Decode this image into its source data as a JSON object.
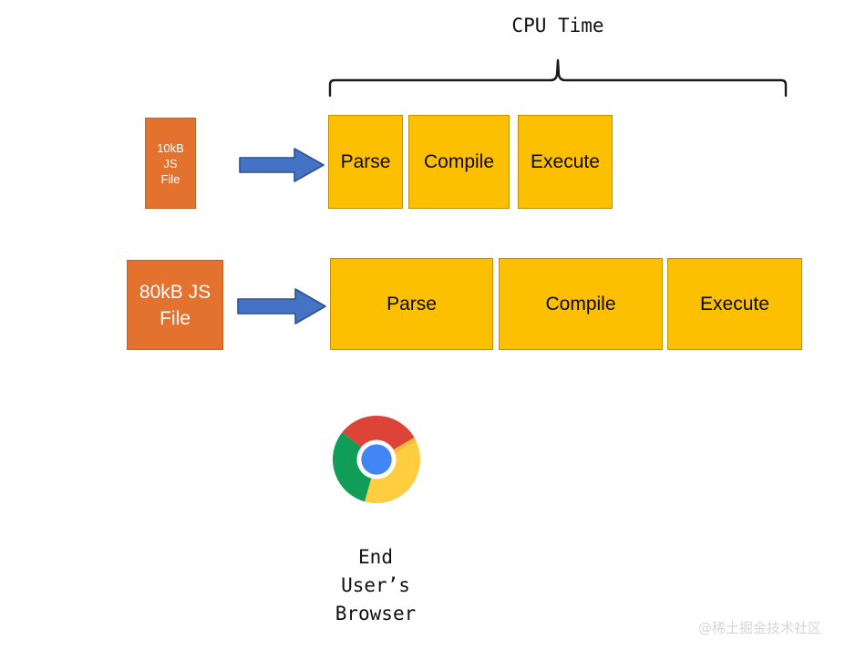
{
  "diagram": {
    "title": "CPU Time",
    "bracket": {
      "icon": "curly-brace-icon",
      "label": "CPU Time"
    },
    "rows": [
      {
        "id": "row-10kb",
        "file": {
          "lines": [
            "10kB",
            "JS",
            "File"
          ],
          "fill": "#E2722E",
          "border": "#C4611F",
          "text_color": "#FFFFFF"
        },
        "arrow": {
          "icon": "right-arrow-icon",
          "color": "#4472C4",
          "border": "#2F528F"
        },
        "stages": [
          {
            "label": "Parse",
            "fill": "#FCC000",
            "border": "#BF9000"
          },
          {
            "label": "Compile",
            "fill": "#FCC000",
            "border": "#BF9000"
          },
          {
            "label": "Execute",
            "fill": "#FCC000",
            "border": "#BF9000"
          }
        ]
      },
      {
        "id": "row-80kb",
        "file": {
          "lines": [
            "80kB JS",
            "File"
          ],
          "fill": "#E2722E",
          "border": "#C4611F",
          "text_color": "#FFFFFF"
        },
        "arrow": {
          "icon": "right-arrow-icon",
          "color": "#4472C4",
          "border": "#2F528F"
        },
        "stages": [
          {
            "label": "Parse",
            "fill": "#FCC000",
            "border": "#BF9000"
          },
          {
            "label": "Compile",
            "fill": "#FCC000",
            "border": "#BF9000"
          },
          {
            "label": "Execute",
            "fill": "#FCC000",
            "border": "#BF9000"
          }
        ]
      }
    ],
    "browser": {
      "icon": "chrome-logo-icon",
      "caption_lines": [
        "End",
        "User’s",
        "Browser"
      ],
      "colors": {
        "red": "#DB4437",
        "green": "#0F9D58",
        "yellow": "#FFCD40",
        "blue": "#4285F4",
        "ring": "#FFFFFF"
      }
    },
    "watermark": "@稀土掘金技术社区"
  }
}
